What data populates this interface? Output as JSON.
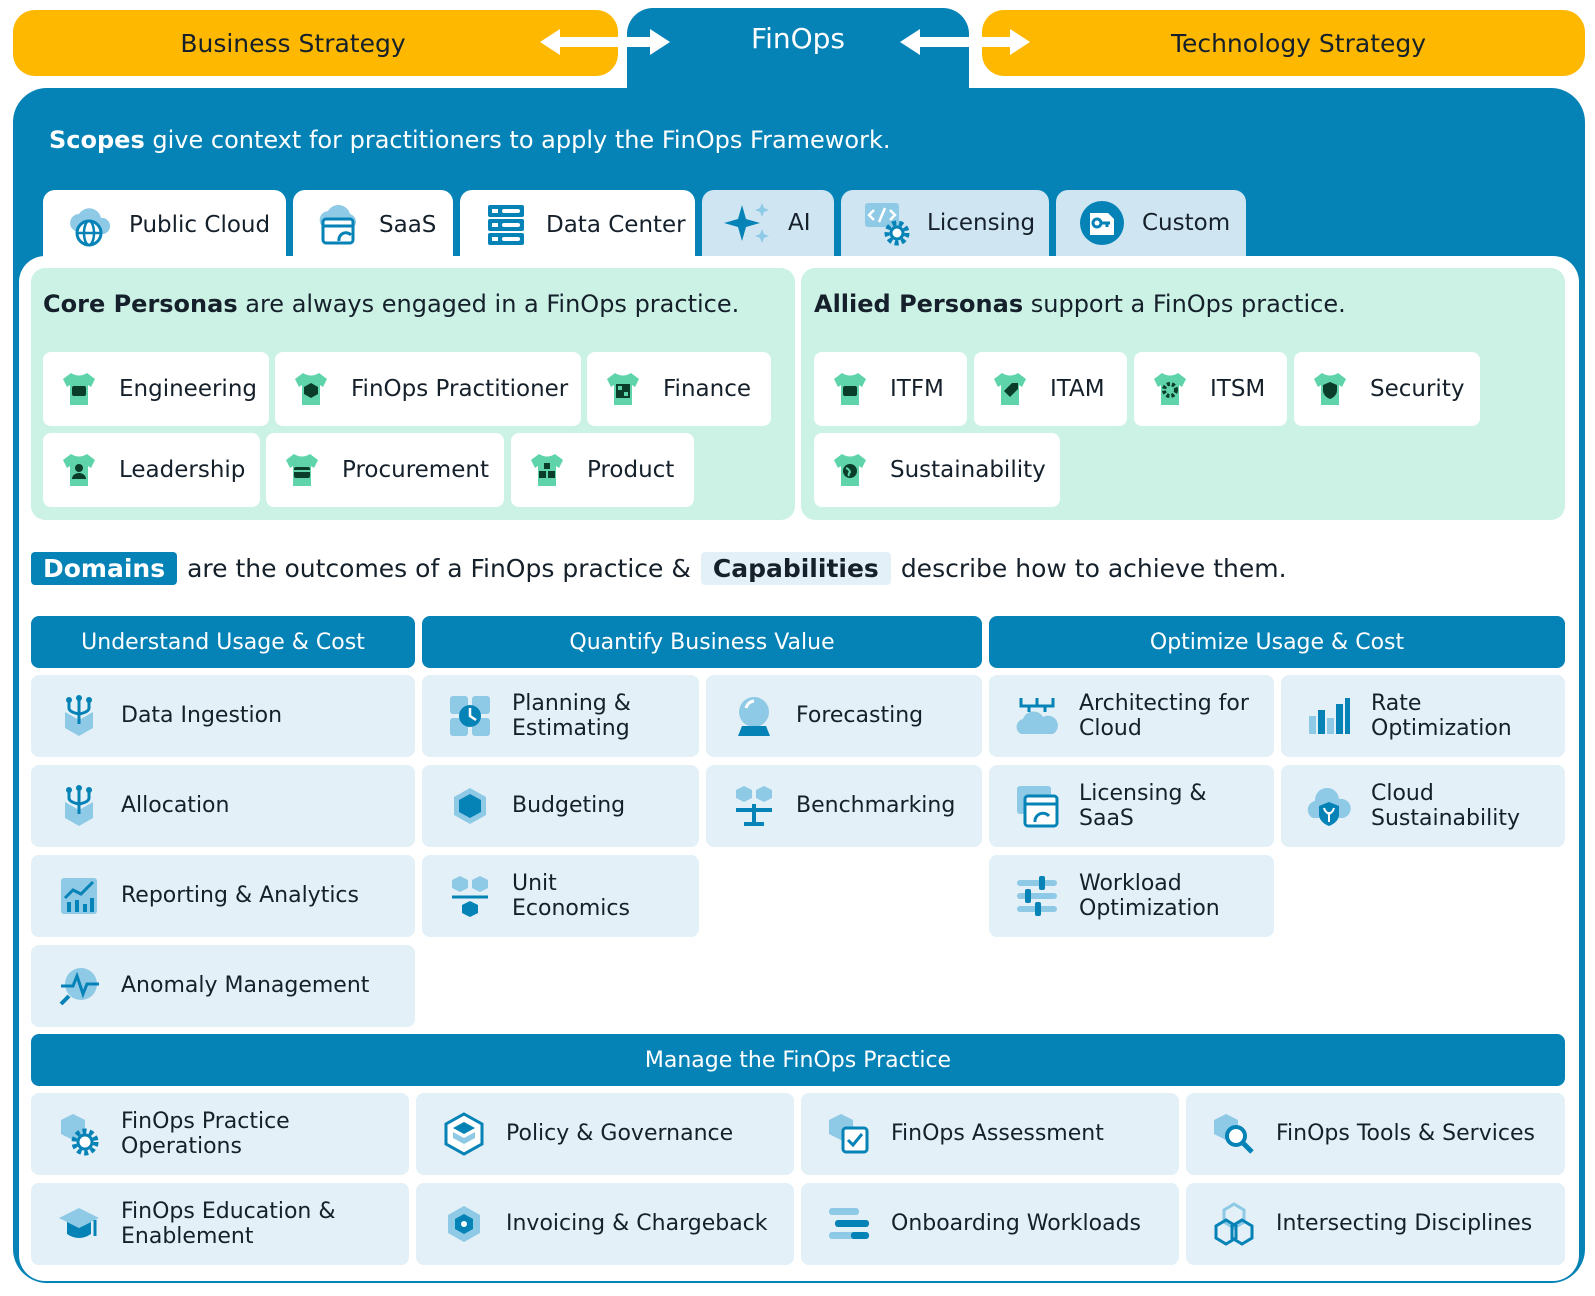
{
  "header": {
    "business": "Business Strategy",
    "finops": "FinOps",
    "technology": "Technology Strategy"
  },
  "scopes_intro": {
    "bold": "Scopes",
    "rest": " give context for practitioners to apply the FinOps Framework."
  },
  "scope_tabs": [
    {
      "label": "Public Cloud",
      "icon": "cloud-globe-icon",
      "active": true
    },
    {
      "label": "SaaS",
      "icon": "cloud-window-icon",
      "active": true
    },
    {
      "label": "Data Center",
      "icon": "server-rack-icon",
      "active": true
    },
    {
      "label": "AI",
      "icon": "sparkle-icon",
      "active": false
    },
    {
      "label": "Licensing",
      "icon": "code-gear-icon",
      "active": false
    },
    {
      "label": "Custom",
      "icon": "key-badge-icon",
      "active": false
    }
  ],
  "core": {
    "bold": "Core Personas",
    "rest": " are always engaged in a FinOps practice.",
    "personas": [
      "Engineering",
      "FinOps Practitioner",
      "Finance",
      "Leadership",
      "Procurement",
      "Product"
    ]
  },
  "allied": {
    "bold": "Allied Personas",
    "rest": " support a FinOps practice.",
    "personas": [
      "ITFM",
      "ITAM",
      "ITSM",
      "Security",
      "Sustainability"
    ]
  },
  "domains_line": {
    "domains": "Domains",
    "middle": "are the outcomes of a FinOps practice &",
    "capabilities": "Capabilities",
    "end": "describe how to achieve them."
  },
  "domains": {
    "understand": "Understand Usage & Cost",
    "quantify": "Quantify Business Value",
    "optimize": "Optimize Usage & Cost",
    "manage": "Manage the FinOps Practice"
  },
  "capabilities": {
    "understand": [
      "Data Ingestion",
      "Allocation",
      "Reporting & Analytics",
      "Anomaly Management"
    ],
    "quantify": [
      "Planning &\nEstimating",
      "Forecasting",
      "Budgeting",
      "Benchmarking",
      "Unit\nEconomics"
    ],
    "optimize": [
      "Architecting for\nCloud",
      "Rate\nOptimization",
      "Licensing &\nSaaS",
      "Cloud\nSustainability",
      "Workload\nOptimization"
    ],
    "manage": [
      "FinOps Practice\nOperations",
      "Policy & Governance",
      "FinOps Assessment",
      "FinOps Tools & Services",
      "FinOps Education &\nEnablement",
      "Invoicing & Chargeback",
      "Onboarding Workloads",
      "Intersecting Disciplines"
    ]
  },
  "colors": {
    "brand_blue": "#0582b6",
    "strategy_yellow": "#ffb800",
    "persona_mint": "#ccf2e6",
    "capability_bg": "#e3f0f7"
  }
}
